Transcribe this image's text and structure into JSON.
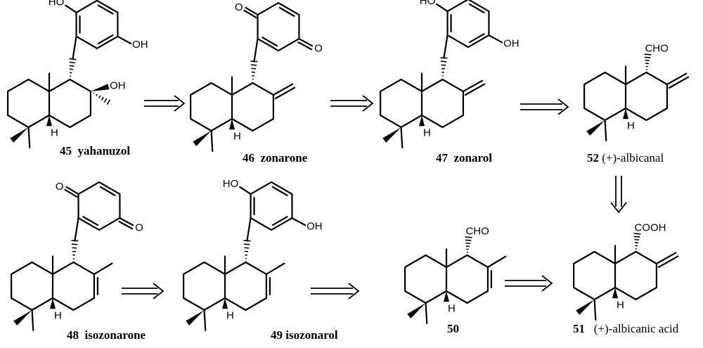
{
  "labels": {
    "oh": "OH",
    "ho": "HO",
    "o": "O",
    "h": "H",
    "cho": "CHO",
    "cooh": "COOH"
  },
  "compounds": [
    {
      "number": "45",
      "name": "yahanuzol"
    },
    {
      "number": "46",
      "name": "zonarone"
    },
    {
      "number": "47",
      "name": "zonarol"
    },
    {
      "number": "52",
      "name": "(+)-albicanal"
    },
    {
      "number": "48",
      "name": "isozonarone"
    },
    {
      "number": "49",
      "name": "isozonarol"
    },
    {
      "number": "50",
      "name": ""
    },
    {
      "number": "51",
      "name": "(+)-albicanic acid"
    }
  ]
}
